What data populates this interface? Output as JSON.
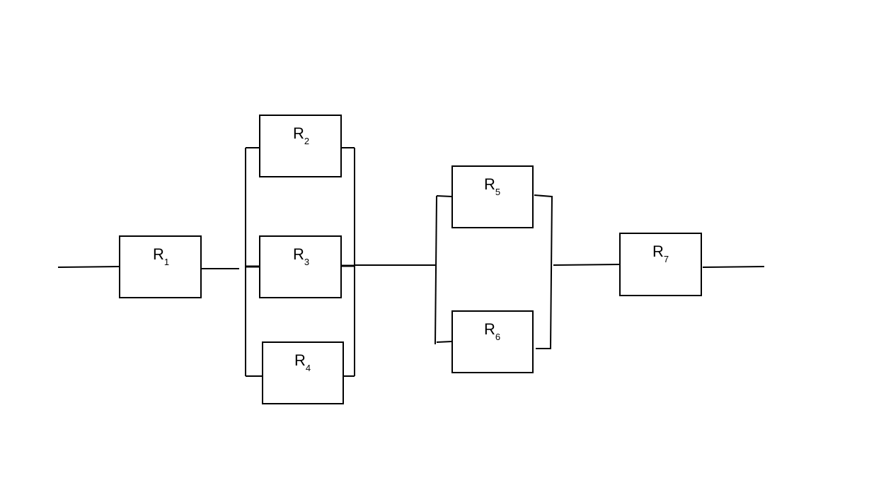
{
  "diagram": {
    "blocks": [
      {
        "id": "r1",
        "letter": "R",
        "index": "1"
      },
      {
        "id": "r2",
        "letter": "R",
        "index": "2"
      },
      {
        "id": "r3",
        "letter": "R",
        "index": "3"
      },
      {
        "id": "r4",
        "letter": "R",
        "index": "4"
      },
      {
        "id": "r5",
        "letter": "R",
        "index": "5"
      },
      {
        "id": "r6",
        "letter": "R",
        "index": "6"
      },
      {
        "id": "r7",
        "letter": "R",
        "index": "7"
      }
    ],
    "connections": [
      {
        "from": "input",
        "to": "r1"
      },
      {
        "from": "r1",
        "to": "r2"
      },
      {
        "from": "r1",
        "to": "r3"
      },
      {
        "from": "r1",
        "to": "r4"
      },
      {
        "from": "r2",
        "to": "r5"
      },
      {
        "from": "r3",
        "to": "r5"
      },
      {
        "from": "r4",
        "to": "r5"
      },
      {
        "from": "r2",
        "to": "r6"
      },
      {
        "from": "r3",
        "to": "r6"
      },
      {
        "from": "r4",
        "to": "r6"
      },
      {
        "from": "r5",
        "to": "r7"
      },
      {
        "from": "r6",
        "to": "r7"
      },
      {
        "from": "r7",
        "to": "output"
      }
    ]
  }
}
